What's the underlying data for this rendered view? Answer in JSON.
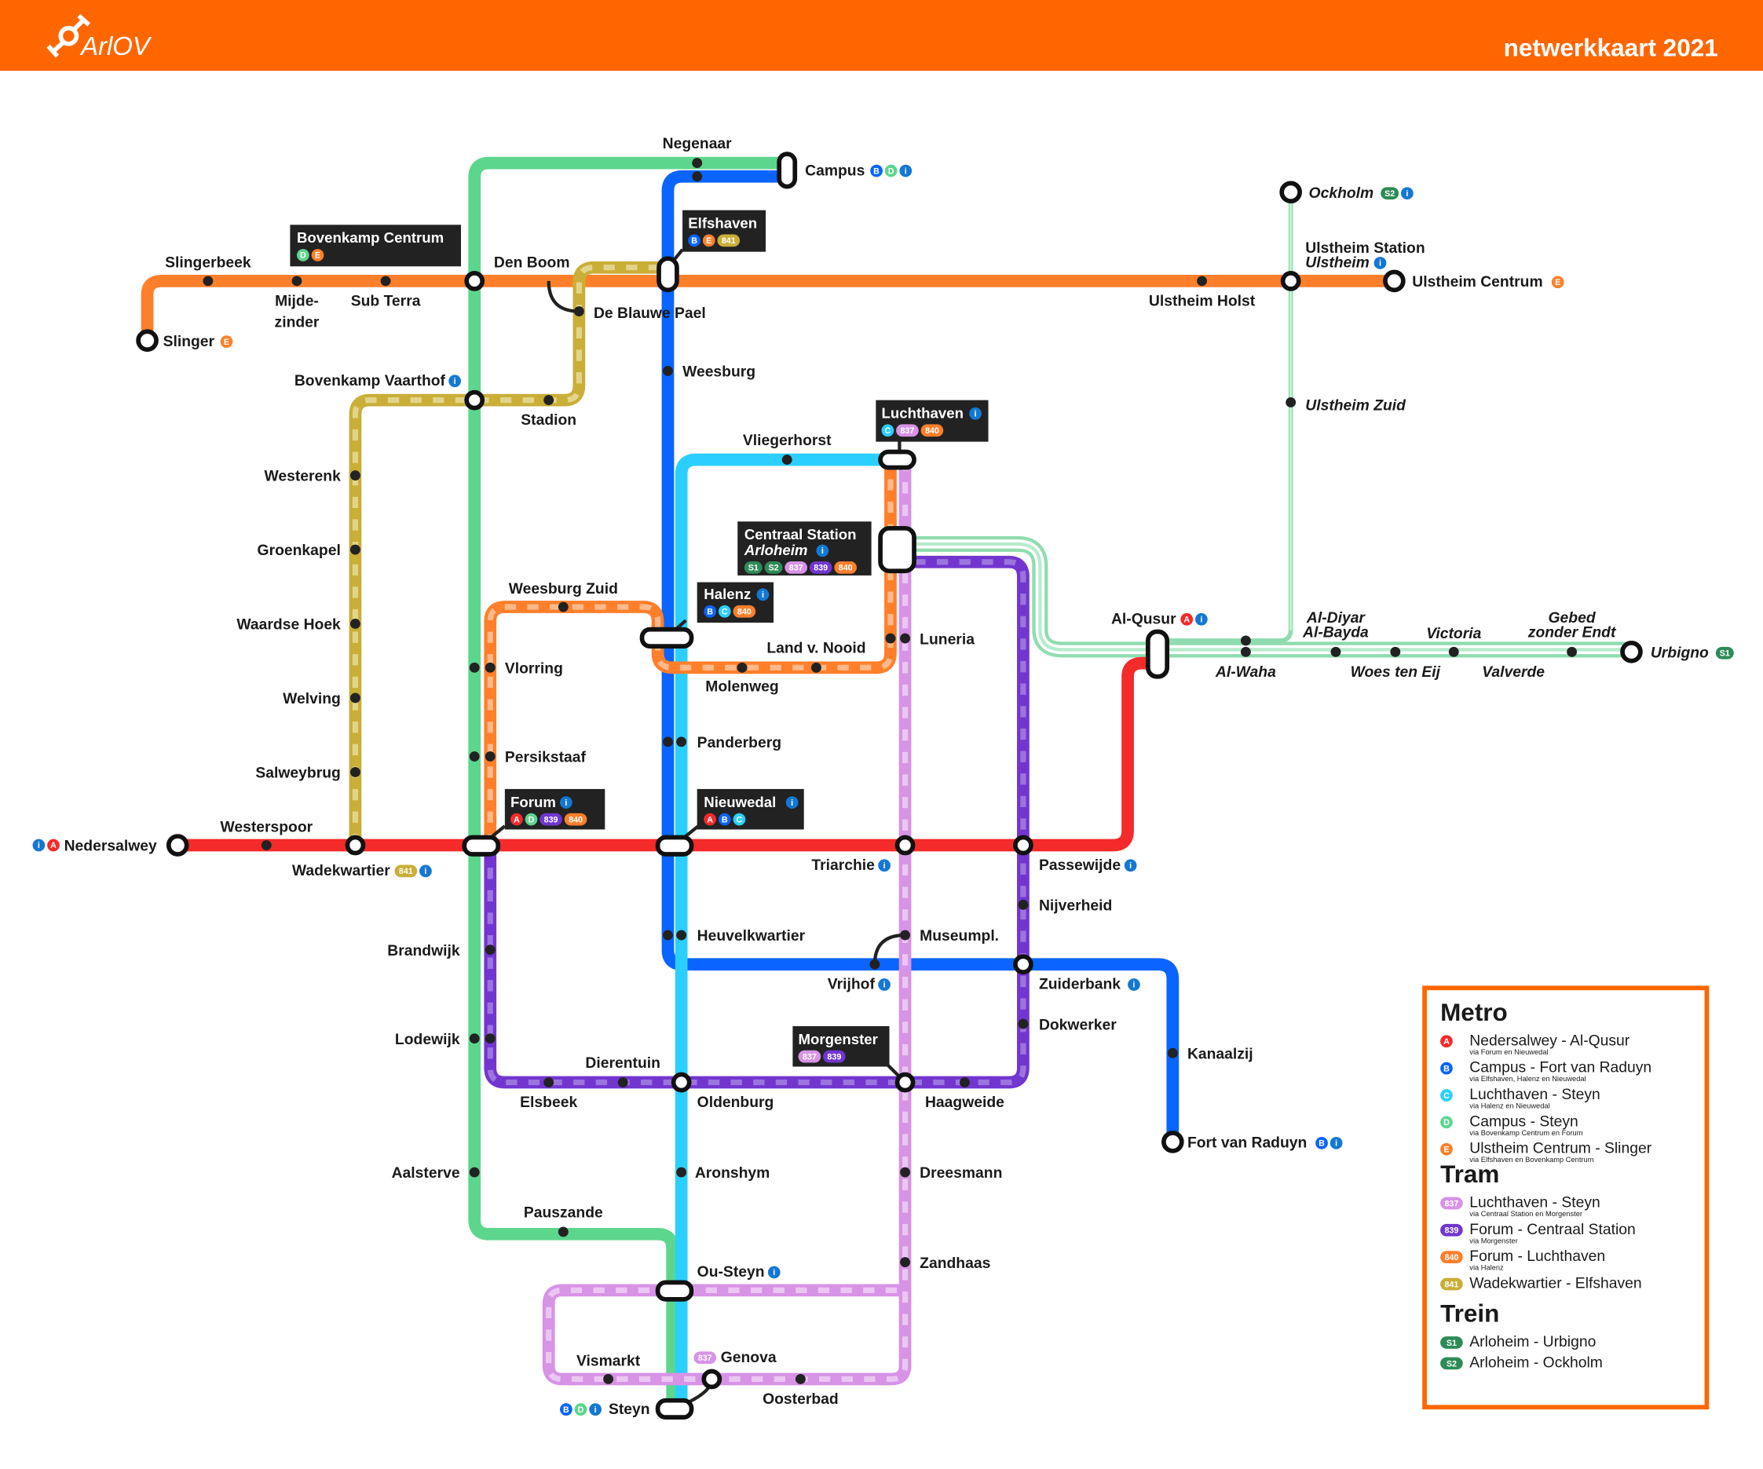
{
  "header": {
    "logo": "ArlOV",
    "title": "netwerkkaart 2021",
    "color": "#FF6600"
  },
  "lines": {
    "A": {
      "label": "A",
      "color": "#F52A2A"
    },
    "B": {
      "label": "B",
      "color": "#0A64FF"
    },
    "C": {
      "label": "C",
      "color": "#2BCFFF"
    },
    "D": {
      "label": "D",
      "color": "#5DD68D"
    },
    "E": {
      "label": "E",
      "color": "#FF7F2A"
    },
    "837": {
      "label": "837",
      "color": "#D793E6"
    },
    "839": {
      "label": "839",
      "color": "#7236CF"
    },
    "840": {
      "label": "840",
      "color": "#FF7F2A"
    },
    "841": {
      "label": "841",
      "color": "#C9AE38"
    },
    "S1": {
      "label": "S1",
      "color": "#2E8B57"
    },
    "S2": {
      "label": "S2",
      "color": "#2E8B57"
    },
    "i": {
      "label": "i",
      "color": "#1478D2"
    }
  },
  "stations": {
    "negenaar": "Negenaar",
    "campus": "Campus",
    "elfshaven": "Elfshaven",
    "bovenkamp_centrum": "Bovenkamp Centrum",
    "slingerbeek": "Slingerbeek",
    "mijde": "Mijde-",
    "zinder": "zinder",
    "sub_terra": "Sub Terra",
    "den_boom": "Den Boom",
    "de_blauwe_pael": "De Blauwe Pael",
    "slinger": "Slinger",
    "ockholm": "Ockholm",
    "ulstheim_station": "Ulstheim Station",
    "ulstheim": "Ulstheim",
    "ulstheim_centrum": "Ulstheim Centrum",
    "ulstheim_holst": "Ulstheim Holst",
    "ulstheim_zuid": "Ulstheim Zuid",
    "bovenkamp_vaarthof": "Bovenkamp Vaarthof",
    "stadion": "Stadion",
    "weesburg": "Weesburg",
    "luchthaven": "Luchthaven",
    "vliegerhorst": "Vliegerhorst",
    "westerenk": "Westerenk",
    "groenkapel": "Groenkapel",
    "waardse_hoek": "Waardse Hoek",
    "welving": "Welving",
    "salweybrug": "Salweybrug",
    "westerspoor": "Westerspoor",
    "nedersalwey": "Nedersalwey",
    "wadekwartier": "Wadekwartier",
    "centraal_station": "Centraal Station",
    "arloheim": "Arloheim",
    "halenz": "Halenz",
    "weesburg_zuid": "Weesburg Zuid",
    "land_v_nooid": "Land v. Nooid",
    "luneria": "Luneria",
    "al_qusur": "Al-Qusur",
    "al_diyar": "Al-Diyar",
    "al_bayda": "Al-Bayda",
    "victoria": "Victoria",
    "gebed": "Gebed",
    "zonder_endt": "zonder Endt",
    "urbigno": "Urbigno",
    "al_waha": "Al-Waha",
    "woes_ten_eij": "Woes ten Eij",
    "valverde": "Valverde",
    "vlorring": "Vlorring",
    "molenweg": "Molenweg",
    "persikstaaf": "Persikstaaf",
    "panderberg": "Panderberg",
    "forum": "Forum",
    "nieuwedal": "Nieuwedal",
    "triarchie": "Triarchie",
    "passewijde": "Passewijde",
    "nijverheid": "Nijverheid",
    "brandwijk": "Brandwijk",
    "heuvelkwartier": "Heuvelkwartier",
    "museumpl": "Museumpl.",
    "vrijhof": "Vrijhof",
    "zuiderbank": "Zuiderbank",
    "dokwerker": "Dokwerker",
    "morgenster": "Morgenster",
    "lodewijk": "Lodewijk",
    "kanaalzij": "Kanaalzij",
    "dierentuin": "Dierentuin",
    "elsbeek": "Elsbeek",
    "oldenburg": "Oldenburg",
    "haagweide": "Haagweide",
    "fort_van_raduyn": "Fort van Raduyn",
    "aalsterve": "Aalsterve",
    "aronshym": "Aronshym",
    "dreesmann": "Dreesmann",
    "pauszande": "Pauszande",
    "zandhaas": "Zandhaas",
    "ou_steyn": "Ou-Steyn",
    "vismarkt": "Vismarkt",
    "genova": "Genova",
    "oosterbad": "Oosterbad",
    "steyn": "Steyn"
  },
  "legend": {
    "sections": [
      {
        "title": "Metro",
        "items": [
          {
            "badge": "A",
            "name": "Nedersalwey - Al-Qusur",
            "via": "via Forum en Nieuwedal"
          },
          {
            "badge": "B",
            "name": "Campus - Fort van Raduyn",
            "via": "via Elfshaven, Halenz en Nieuwedal"
          },
          {
            "badge": "C",
            "name": "Luchthaven - Steyn",
            "via": "via Halenz en Nieuwedal"
          },
          {
            "badge": "D",
            "name": "Campus - Steyn",
            "via": "via Bovenkamp Centrum en Forum"
          },
          {
            "badge": "E",
            "name": "Ulstheim Centrum - Slinger",
            "via": "via Elfshaven en Bovenkamp Centrum"
          }
        ]
      },
      {
        "title": "Tram",
        "items": [
          {
            "badge": "837",
            "name": "Luchthaven - Steyn",
            "via": "via Centraal Station en Morgenster"
          },
          {
            "badge": "839",
            "name": "Forum - Centraal Station",
            "via": "via Morgenster"
          },
          {
            "badge": "840",
            "name": "Forum - Luchthaven",
            "via": "via Halenz"
          },
          {
            "badge": "841",
            "name": "Wadekwartier - Elfshaven",
            "via": ""
          }
        ]
      },
      {
        "title": "Trein",
        "items": [
          {
            "badge": "S1",
            "name": "Arloheim - Urbigno",
            "via": ""
          },
          {
            "badge": "S2",
            "name": "Arloheim - Ockholm",
            "via": ""
          }
        ]
      }
    ]
  }
}
